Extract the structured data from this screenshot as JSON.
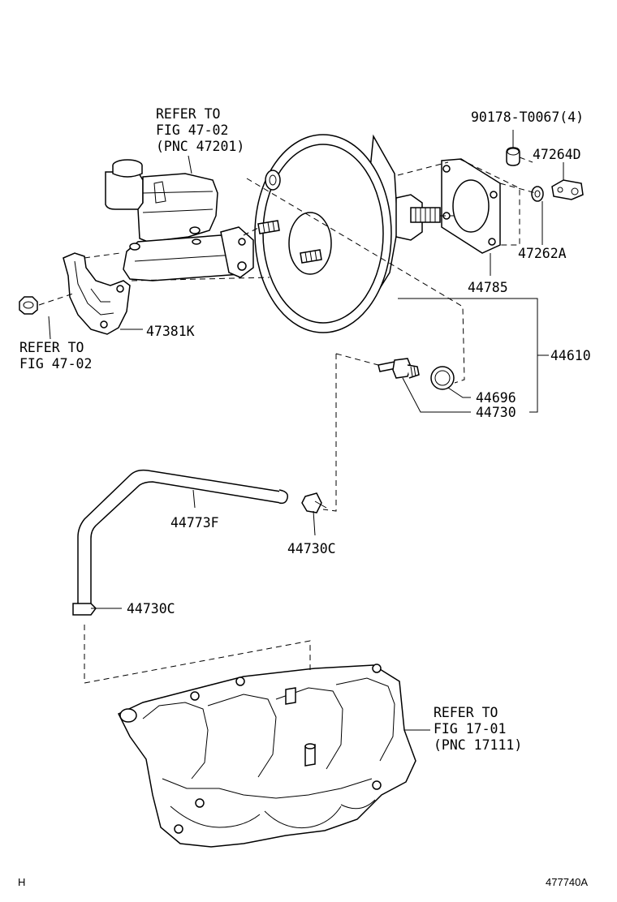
{
  "parts": {
    "p90178": "90178-T0067(4)",
    "p47264d": "47264D",
    "p47262a": "47262A",
    "p44785": "44785",
    "p44610": "44610",
    "p44696": "44696",
    "p44730": "44730",
    "p47381k": "47381K",
    "p44773f": "44773F",
    "p44730c_upper": "44730C",
    "p44730c_lower": "44730C"
  },
  "refs": {
    "master_cyl": {
      "line1": "REFER TO",
      "line2": "FIG 47-02",
      "line3": "(PNC 47201)"
    },
    "bracket_nut": {
      "line1": "REFER TO",
      "line2": "FIG 47-02"
    },
    "manifold": {
      "line1": "REFER TO",
      "line2": "FIG 17-01",
      "line3": "(PNC 17111)"
    }
  },
  "footer": {
    "left": "H",
    "right": "477740A"
  }
}
